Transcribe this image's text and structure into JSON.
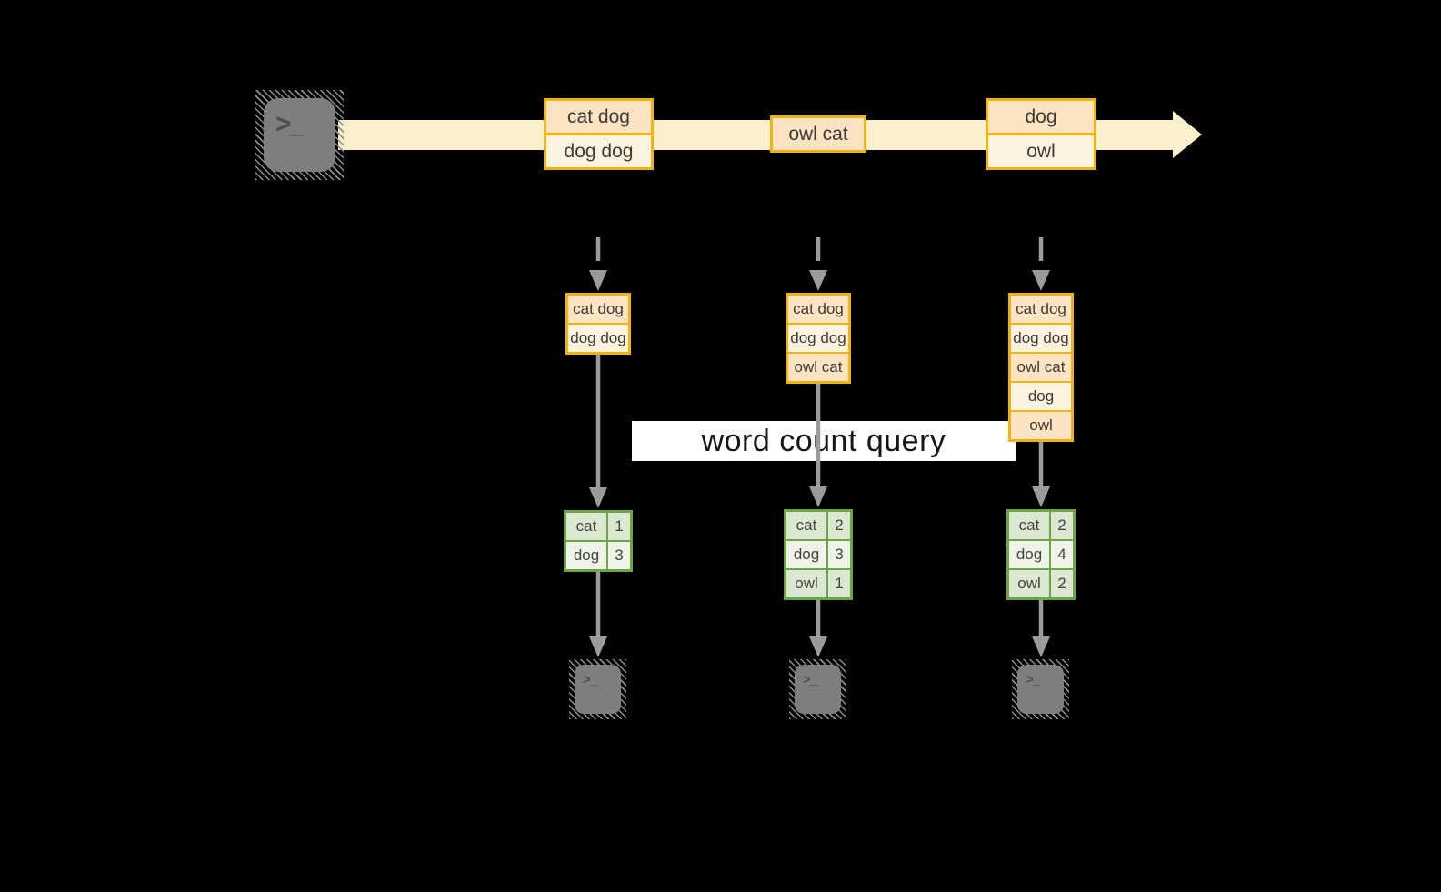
{
  "colors": {
    "background": "#000000",
    "stream_band": "#FAF0CD",
    "event_border": "#F0B310",
    "event_fill_peach": "#FBE3C4",
    "event_fill_cream": "#FCF2E0",
    "table_border": "#6CA644",
    "table_fill_dark": "#DCE7D2",
    "table_fill_light": "#EFF3EA",
    "arrow_gray": "#9B9B9B",
    "terminal_gray": "#7E7E7E",
    "query_background": "#FFFFFF"
  },
  "stream": {
    "events": [
      {
        "lines": [
          "cat dog",
          "dog dog"
        ]
      },
      {
        "lines": [
          "owl cat"
        ]
      },
      {
        "lines": [
          "dog",
          "owl"
        ]
      }
    ]
  },
  "query": {
    "label": "word count query"
  },
  "columns": [
    {
      "buffer": [
        "cat dog",
        "dog dog"
      ],
      "counts": [
        {
          "word": "cat",
          "count": "1"
        },
        {
          "word": "dog",
          "count": "3"
        }
      ]
    },
    {
      "buffer": [
        "cat dog",
        "dog dog",
        "owl cat"
      ],
      "counts": [
        {
          "word": "cat",
          "count": "2"
        },
        {
          "word": "dog",
          "count": "3"
        },
        {
          "word": "owl",
          "count": "1"
        }
      ]
    },
    {
      "buffer": [
        "cat dog",
        "dog dog",
        "owl cat",
        "dog",
        "owl"
      ],
      "counts": [
        {
          "word": "cat",
          "count": "2"
        },
        {
          "word": "dog",
          "count": "4"
        },
        {
          "word": "owl",
          "count": "2"
        }
      ]
    }
  ],
  "icons": {
    "terminal_prompt": ">_"
  }
}
